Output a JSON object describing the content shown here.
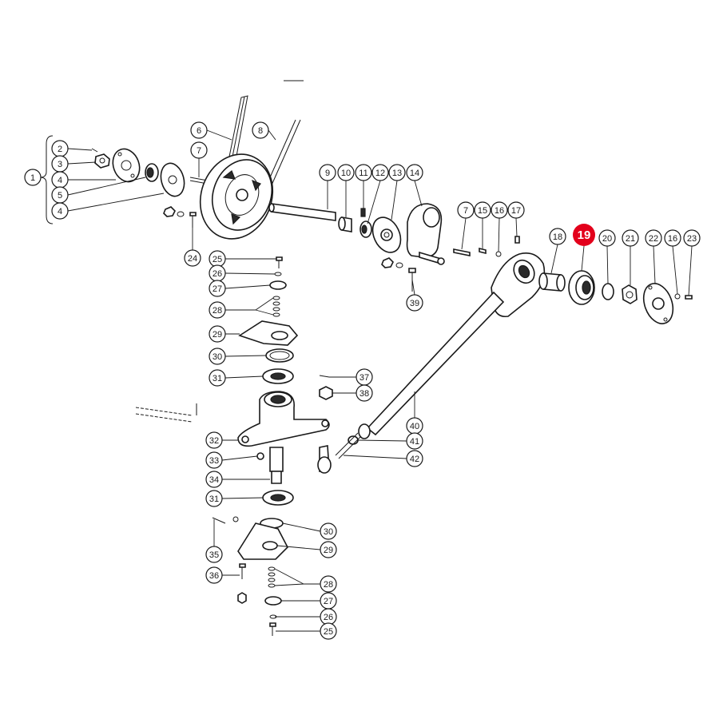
{
  "highlight_color": "#e3001b",
  "highlighted_part": "19",
  "callouts": [
    {
      "id": "c1",
      "label": "1"
    },
    {
      "id": "c2",
      "label": "2"
    },
    {
      "id": "c3",
      "label": "3"
    },
    {
      "id": "c4a",
      "label": "4"
    },
    {
      "id": "c5",
      "label": "5"
    },
    {
      "id": "c4b",
      "label": "4"
    },
    {
      "id": "c6",
      "label": "6"
    },
    {
      "id": "c7a",
      "label": "7"
    },
    {
      "id": "c8",
      "label": "8"
    },
    {
      "id": "c9",
      "label": "9"
    },
    {
      "id": "c10",
      "label": "10"
    },
    {
      "id": "c11",
      "label": "11"
    },
    {
      "id": "c12",
      "label": "12"
    },
    {
      "id": "c13",
      "label": "13"
    },
    {
      "id": "c14",
      "label": "14"
    },
    {
      "id": "c7b",
      "label": "7"
    },
    {
      "id": "c15",
      "label": "15"
    },
    {
      "id": "c16a",
      "label": "16"
    },
    {
      "id": "c17",
      "label": "17"
    },
    {
      "id": "c18",
      "label": "18"
    },
    {
      "id": "c19",
      "label": "19"
    },
    {
      "id": "c20",
      "label": "20"
    },
    {
      "id": "c21",
      "label": "21"
    },
    {
      "id": "c22",
      "label": "22"
    },
    {
      "id": "c16b",
      "label": "16"
    },
    {
      "id": "c23",
      "label": "23"
    },
    {
      "id": "c24",
      "label": "24"
    },
    {
      "id": "c25a",
      "label": "25"
    },
    {
      "id": "c26a",
      "label": "26"
    },
    {
      "id": "c27a",
      "label": "27"
    },
    {
      "id": "c28a",
      "label": "28"
    },
    {
      "id": "c29a",
      "label": "29"
    },
    {
      "id": "c30a",
      "label": "30"
    },
    {
      "id": "c31a",
      "label": "31"
    },
    {
      "id": "c37",
      "label": "37"
    },
    {
      "id": "c38",
      "label": "38"
    },
    {
      "id": "c39",
      "label": "39"
    },
    {
      "id": "c40",
      "label": "40"
    },
    {
      "id": "c41",
      "label": "41"
    },
    {
      "id": "c42",
      "label": "42"
    },
    {
      "id": "c32",
      "label": "32"
    },
    {
      "id": "c33",
      "label": "33"
    },
    {
      "id": "c34",
      "label": "34"
    },
    {
      "id": "c31b",
      "label": "31"
    },
    {
      "id": "c30b",
      "label": "30"
    },
    {
      "id": "c35",
      "label": "35"
    },
    {
      "id": "c29b",
      "label": "29"
    },
    {
      "id": "c36",
      "label": "36"
    },
    {
      "id": "c28b",
      "label": "28"
    },
    {
      "id": "c27b",
      "label": "27"
    },
    {
      "id": "c26b",
      "label": "26"
    },
    {
      "id": "c25b",
      "label": "25"
    }
  ]
}
